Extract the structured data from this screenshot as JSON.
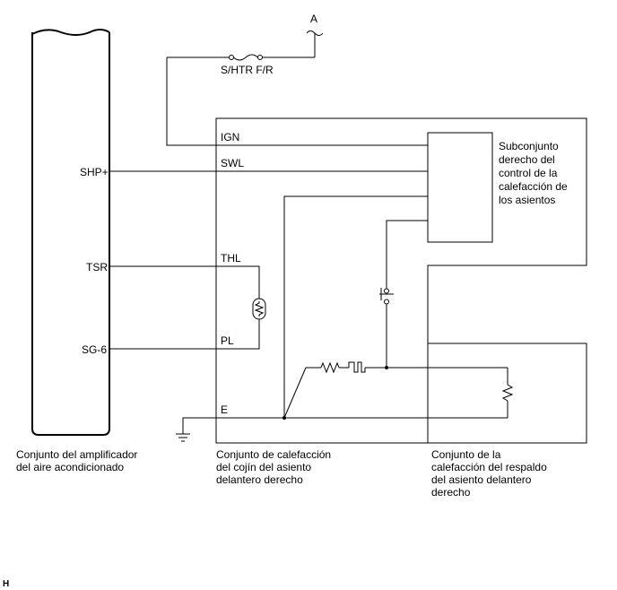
{
  "connector": {
    "label": "A"
  },
  "fuse": {
    "label": "S/HTR F/R"
  },
  "amplifier": {
    "caption": [
      "Conjunto del amplificador",
      "del aire acondicionado"
    ],
    "pins": {
      "shp": "SHP+",
      "tsr": "TSR",
      "sg6": "SG-6"
    }
  },
  "cushion": {
    "caption": [
      "Conjunto de calefacción",
      "del cojín del asiento",
      "delantero derecho"
    ],
    "pins": {
      "ign": "IGN",
      "swl": "SWL",
      "thl": "THL",
      "pl": "PL",
      "e": "E"
    }
  },
  "subassembly": {
    "label": [
      "Subconjunto",
      "derecho del",
      "control de la",
      "calefacción de",
      "los asientos"
    ]
  },
  "backrest": {
    "caption": [
      "Conjunto de la",
      "calefacción del respaldo",
      "del asiento delantero",
      "derecho"
    ]
  },
  "corner_mark": "H"
}
